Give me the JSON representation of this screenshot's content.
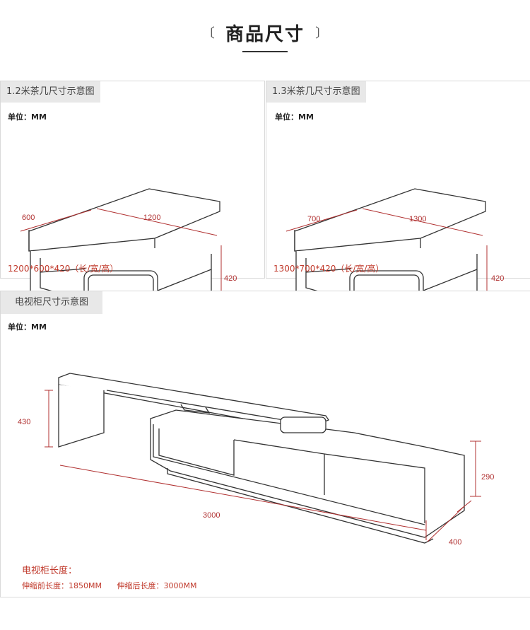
{
  "header": {
    "title": "商品尺寸",
    "bracket_left": "〔",
    "bracket_right": "〕"
  },
  "panel_left": {
    "tab": "1.2米茶几尺寸示意图",
    "unit": "单位：MM",
    "dim_depth": "600",
    "dim_length": "1200",
    "dim_height": "420",
    "spec": "1200*600*420（长/宽/高）"
  },
  "panel_right": {
    "tab": "1.3米茶几尺寸示意图",
    "unit": "单位：MM",
    "dim_depth": "700",
    "dim_length": "1300",
    "dim_height": "420",
    "spec": "1300*700*420（长/宽/高）"
  },
  "panel_tv": {
    "tab": "电视柜尺寸示意图",
    "unit": "单位：MM",
    "dim_height_top": "430",
    "dim_length": "3000",
    "dim_height_cabinet": "290",
    "dim_depth": "400",
    "length_title": "电视柜长度：",
    "before_label": "伸缩前长度：1850MM",
    "after_label": "伸缩后长度：3000MM"
  },
  "colors": {
    "dimension": "#b03030",
    "line": "#333333",
    "tab_bg": "#e8e8e8"
  }
}
